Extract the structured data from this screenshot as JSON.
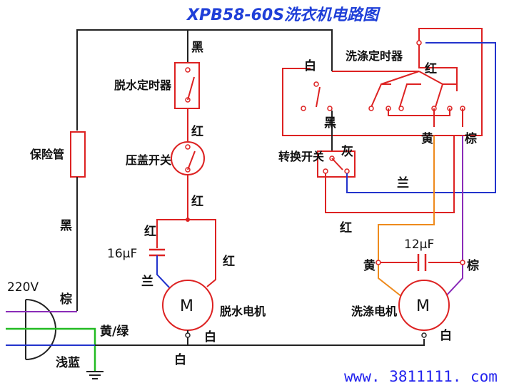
{
  "title": "XPB58-60S洗衣机电路图",
  "watermark": "www. 3811111. com",
  "components": {
    "fuse": "保险管",
    "spin_timer": "脱水定时器",
    "lid_switch": "压盖开关",
    "spin_capacitor": "16μF",
    "spin_motor": "脱水电机",
    "wash_timer": "洗涤定时器",
    "selector_switch": "转换开关",
    "wash_capacitor": "12μF",
    "wash_motor": "洗涤电机",
    "motor_symbol": "M"
  },
  "power": {
    "voltage": "220V",
    "live_wire": "棕",
    "neutral_wire": "浅蓝",
    "ground_wire": "黄/绿"
  },
  "wire_labels": {
    "fuse_wire": "黑",
    "spin_timer_in": "黑",
    "spin_timer_out": "红",
    "lid_out": "红",
    "cap_top": "红",
    "cap_bottom": "兰",
    "spin_motor_right": "红",
    "spin_motor_bottom": "白",
    "bottom_common": "白",
    "wash_timer_left": "白",
    "wash_timer_right": "红",
    "wash_timer_yellow": "黄",
    "wash_timer_brown": "棕",
    "selector_black": "黑",
    "selector_gray": "灰",
    "selector_blue": "兰",
    "selector_red": "红",
    "wash_cap_left": "黄",
    "wash_cap_right": "棕",
    "wash_motor_bottom": "白"
  },
  "colors": {
    "black_wire": "#222222",
    "red_wire": "#dd2222",
    "blue_wire": "#2233cc",
    "orange_wire": "#ee8a1c",
    "purple_wire": "#8a2bb8",
    "green_wire": "#22bb22",
    "title_blue": "#1f3fd8"
  }
}
